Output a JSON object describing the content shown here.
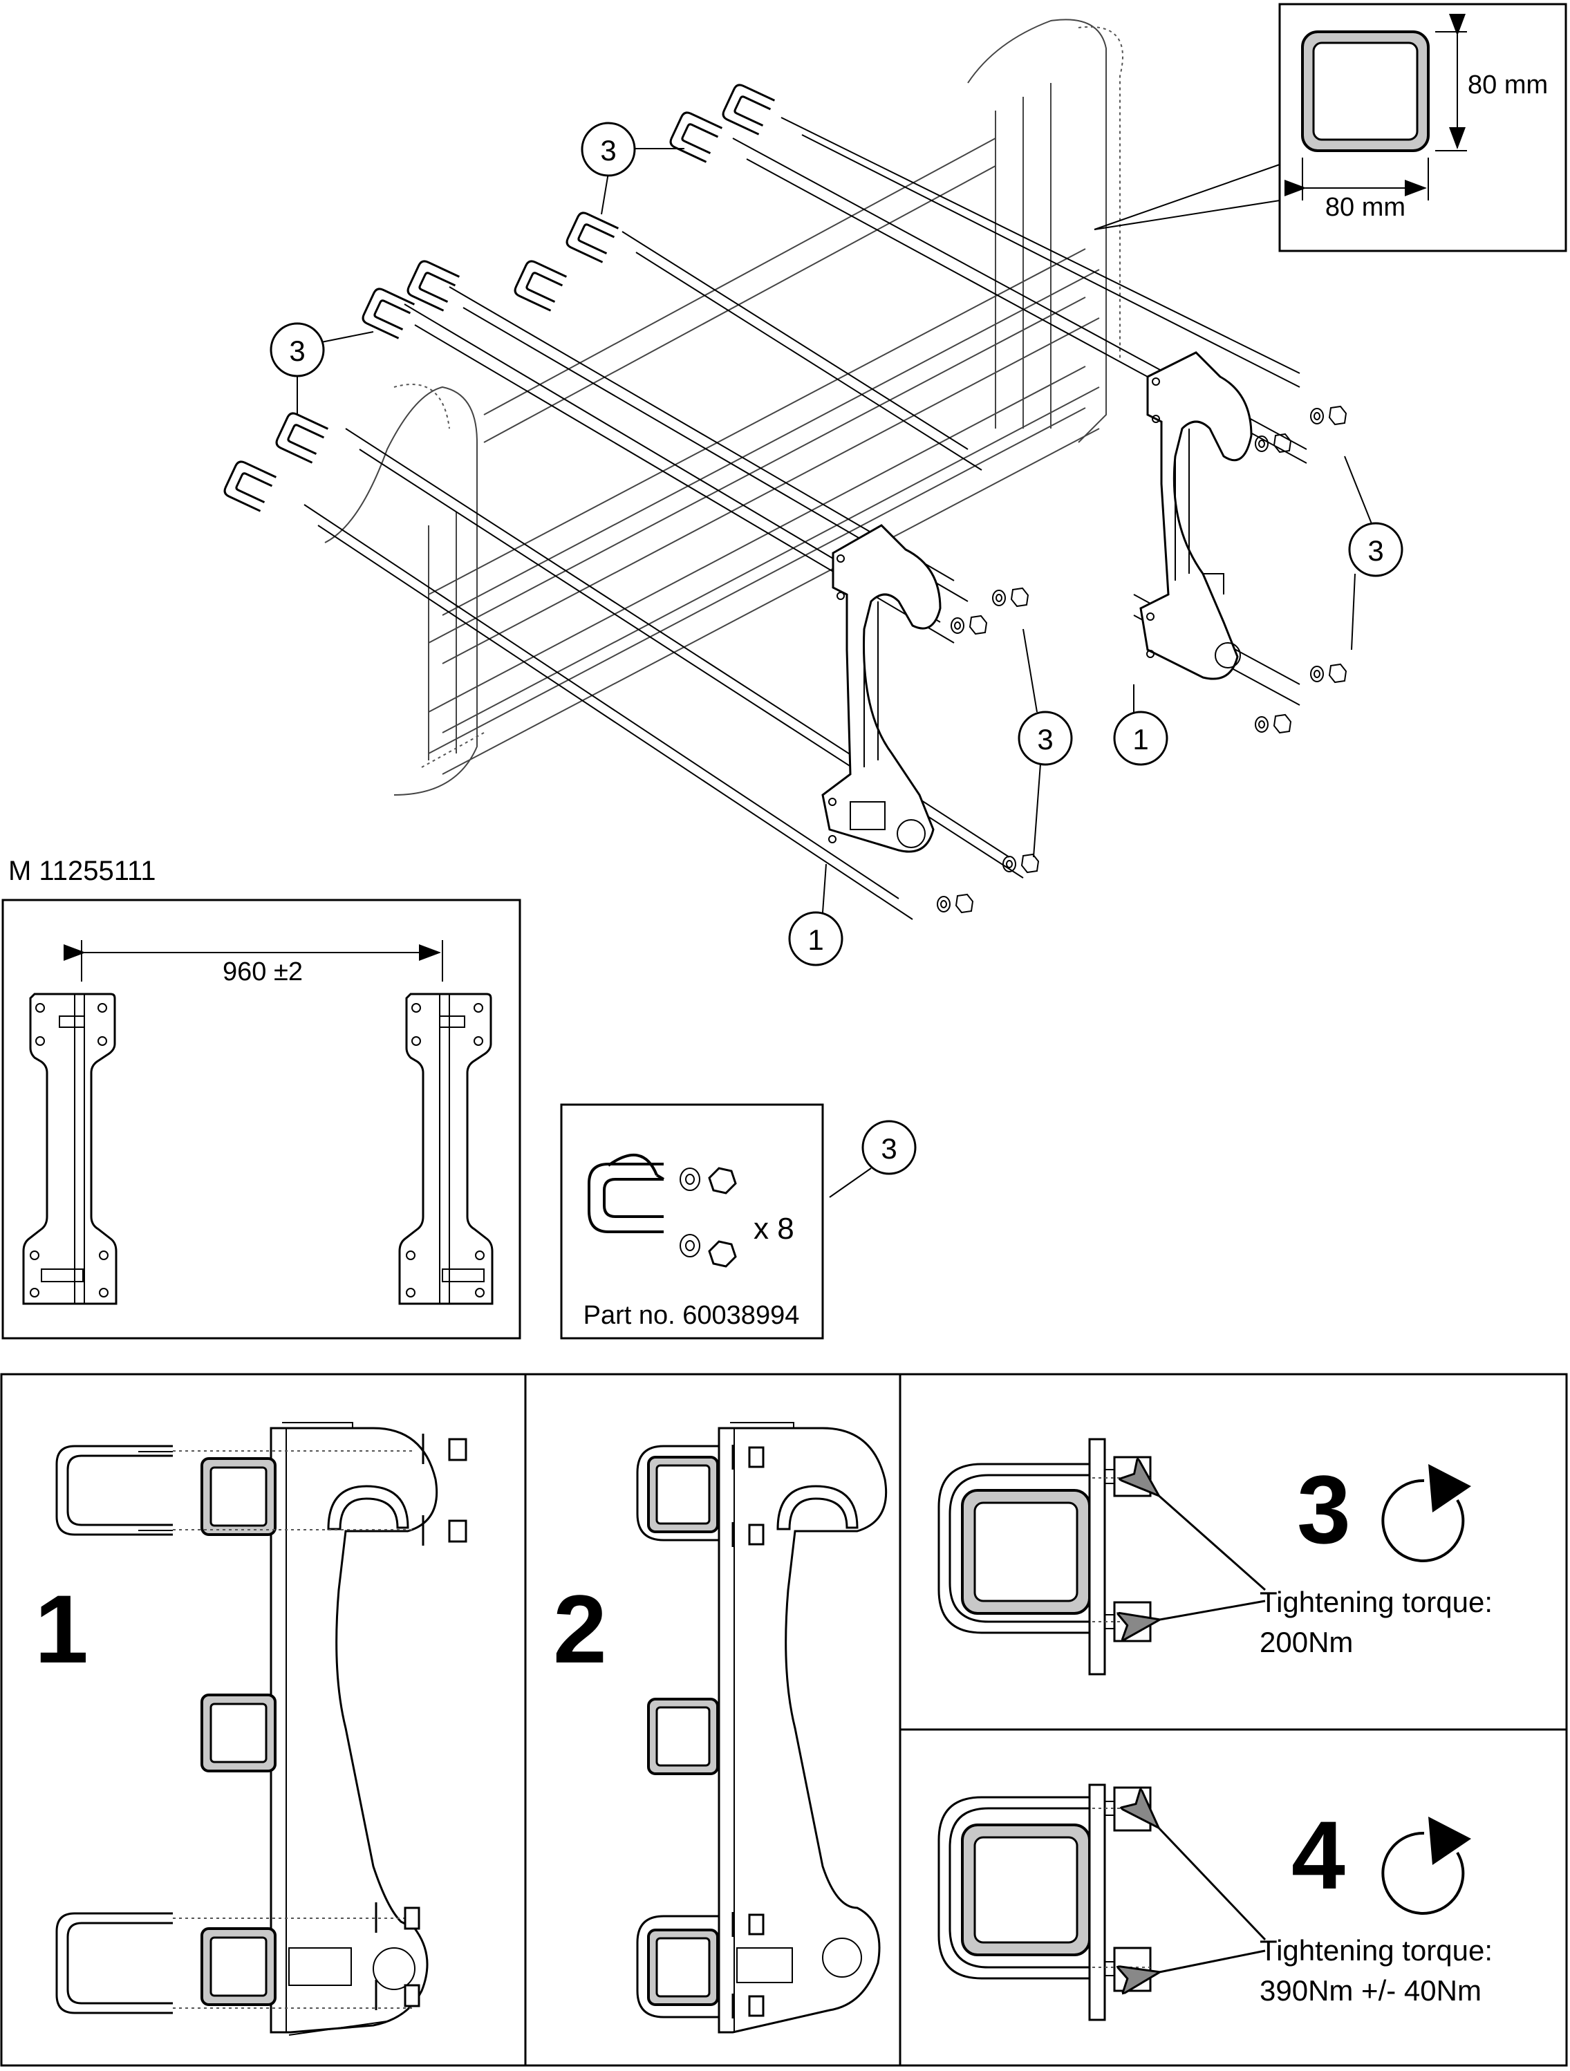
{
  "title_code": "M 11255111",
  "item_callout": "3",
  "bracket_callout": "1",
  "tube_width": "80 mm",
  "tube_height": "80 mm",
  "spacing": "960 ±2",
  "kit": {
    "quantity": "x 8",
    "part_no": "Part no. 60038994"
  },
  "steps": [
    {
      "number": "1"
    },
    {
      "number": "2"
    },
    {
      "number": "3",
      "label_line1": "Tightening torque:",
      "label_line2": "200Nm"
    },
    {
      "number": "4",
      "label_line1": "Tightening torque:",
      "label_line2": "390Nm +/- 40Nm"
    }
  ],
  "icons": [
    "clockwise-rotation-icon"
  ]
}
